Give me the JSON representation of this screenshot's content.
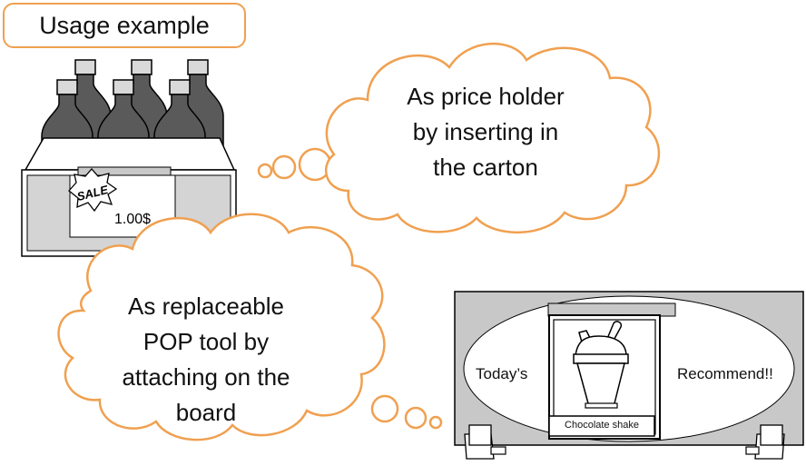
{
  "title": "Usage example",
  "price_tag": {
    "sale_label": "SALE",
    "price": "1.00$"
  },
  "bubble_top": {
    "lines": [
      "As price holder",
      "by inserting in",
      "the carton"
    ]
  },
  "bubble_bottom": {
    "lines": [
      "As replaceable",
      "POP tool by",
      "attaching on the",
      "board"
    ]
  },
  "board": {
    "left_text": "Today’s",
    "right_text": "Recommend!!",
    "product_label": "Chocolate shake"
  },
  "icons": [
    "bottle-icon",
    "carton-icon",
    "cloud-bubble",
    "milkshake-icon",
    "display-board"
  ],
  "colors": {
    "accent_orange": "#F0A050",
    "bottle": "#5a5a5a",
    "board_gray": "#c8c8c8"
  }
}
